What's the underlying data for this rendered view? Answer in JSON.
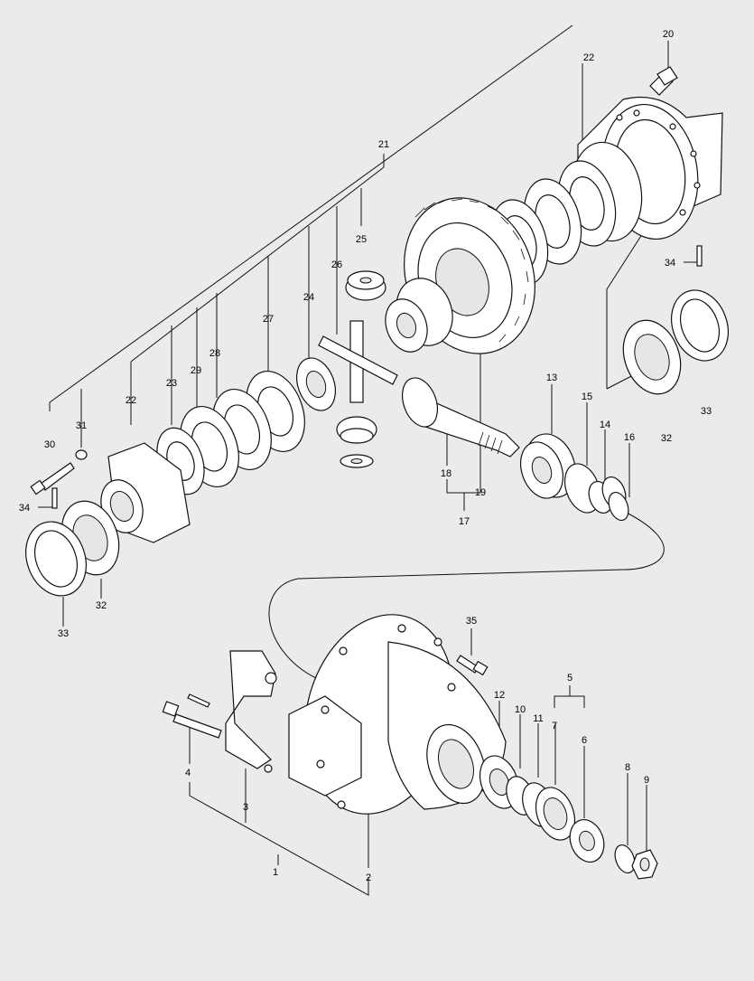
{
  "diagram": {
    "callouts": [
      {
        "id": "c1",
        "label": "1"
      },
      {
        "id": "c2",
        "label": "2"
      },
      {
        "id": "c3",
        "label": "3"
      },
      {
        "id": "c4",
        "label": "4"
      },
      {
        "id": "c5",
        "label": "5"
      },
      {
        "id": "c6",
        "label": "6"
      },
      {
        "id": "c7",
        "label": "7"
      },
      {
        "id": "c8",
        "label": "8"
      },
      {
        "id": "c9",
        "label": "9"
      },
      {
        "id": "c10",
        "label": "10"
      },
      {
        "id": "c11",
        "label": "11"
      },
      {
        "id": "c12",
        "label": "12"
      },
      {
        "id": "c13",
        "label": "13"
      },
      {
        "id": "c14",
        "label": "14"
      },
      {
        "id": "c15",
        "label": "15"
      },
      {
        "id": "c16",
        "label": "16"
      },
      {
        "id": "c17",
        "label": "17"
      },
      {
        "id": "c18",
        "label": "18"
      },
      {
        "id": "c19",
        "label": "19"
      },
      {
        "id": "c20",
        "label": "20"
      },
      {
        "id": "c21",
        "label": "21"
      },
      {
        "id": "c22a",
        "label": "22"
      },
      {
        "id": "c22b",
        "label": "22"
      },
      {
        "id": "c23",
        "label": "23"
      },
      {
        "id": "c24",
        "label": "24"
      },
      {
        "id": "c25",
        "label": "25"
      },
      {
        "id": "c26",
        "label": "26"
      },
      {
        "id": "c27",
        "label": "27"
      },
      {
        "id": "c28",
        "label": "28"
      },
      {
        "id": "c29",
        "label": "29"
      },
      {
        "id": "c30",
        "label": "30"
      },
      {
        "id": "c31",
        "label": "31"
      },
      {
        "id": "c32a",
        "label": "32"
      },
      {
        "id": "c32b",
        "label": "32"
      },
      {
        "id": "c33a",
        "label": "33"
      },
      {
        "id": "c33b",
        "label": "33"
      },
      {
        "id": "c34a",
        "label": "34"
      },
      {
        "id": "c34b",
        "label": "34"
      },
      {
        "id": "c35",
        "label": "35"
      }
    ]
  }
}
